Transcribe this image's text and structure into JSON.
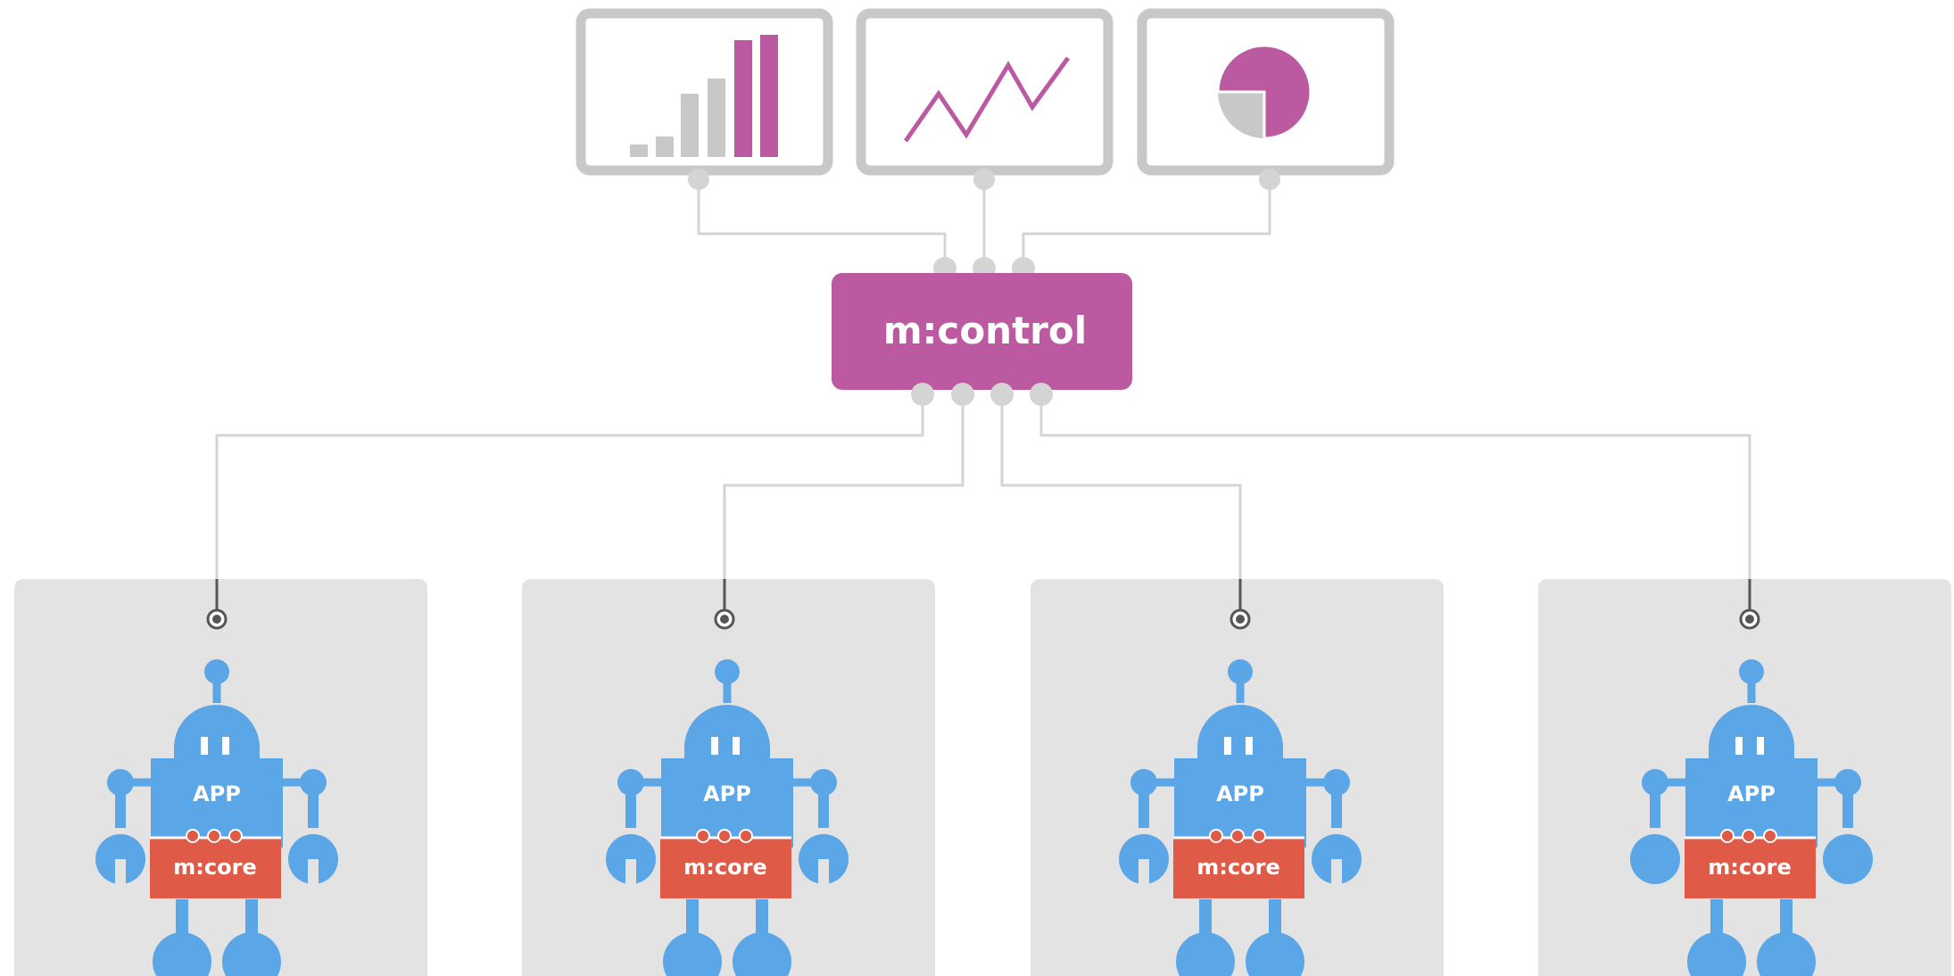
{
  "control": {
    "label": "m:control"
  },
  "apps": [
    {
      "app_label": "APP",
      "core_label": "m:core"
    },
    {
      "app_label": "APP",
      "core_label": "m:core"
    },
    {
      "app_label": "APP",
      "core_label": "m:core"
    },
    {
      "app_label": "APP",
      "core_label": "m:core"
    }
  ],
  "monitors": [
    {
      "icon": "bar-chart-icon"
    },
    {
      "icon": "line-chart-icon"
    },
    {
      "icon": "pie-chart-icon"
    }
  ],
  "colors": {
    "control": "#bb5aa0",
    "robot": "#5aa6e6",
    "core": "#e05a48",
    "panel": "#e3e3e3",
    "monitor_frame": "#c8c8c8",
    "connector": "#d4d4d4"
  }
}
